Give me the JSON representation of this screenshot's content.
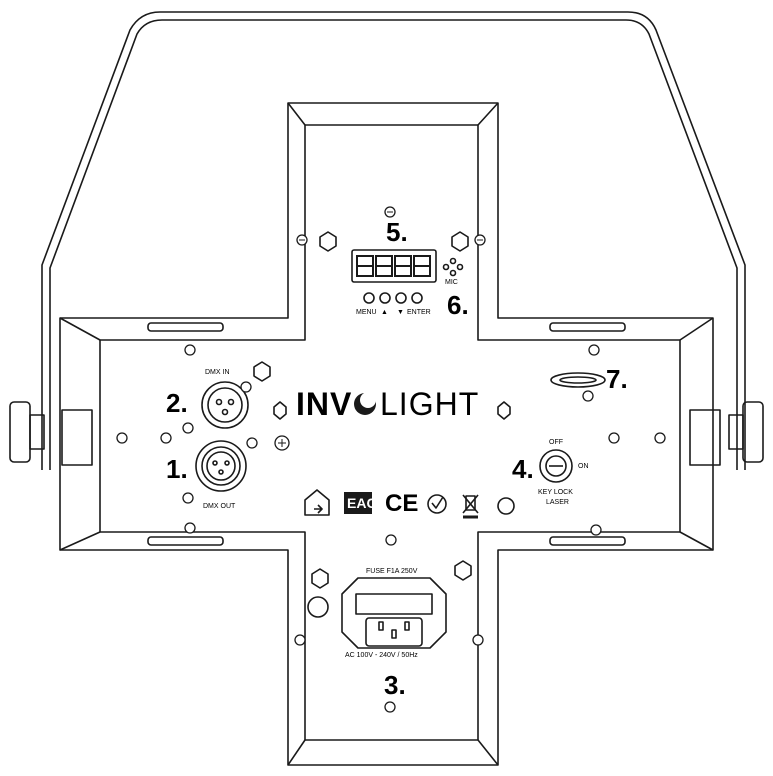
{
  "brand": {
    "logo_bold": "INV",
    "logo_light": "LIGHT"
  },
  "callouts": {
    "n1": "1.",
    "n2": "2.",
    "n3": "3.",
    "n4": "4.",
    "n5": "5.",
    "n6": "6.",
    "n7": "7."
  },
  "panel": {
    "dmx_in": "DMX IN",
    "dmx_out": "DMX OUT",
    "menu": "MENU",
    "up": "▲",
    "down": "▼",
    "enter": "ENTER",
    "mic": "MIC",
    "key_off": "OFF",
    "key_on": "ON",
    "key_lock": "KEY LOCK",
    "laser": "LASER",
    "fuse": "FUSE F1A 250V",
    "ac": "AC 100V - 240V / 50Hz",
    "display": "8.8.8.8"
  },
  "marks": {
    "eac": "EAC",
    "ce": "CE"
  },
  "colors": {
    "line": "#1a1a1a",
    "panel": "#ffffff"
  }
}
